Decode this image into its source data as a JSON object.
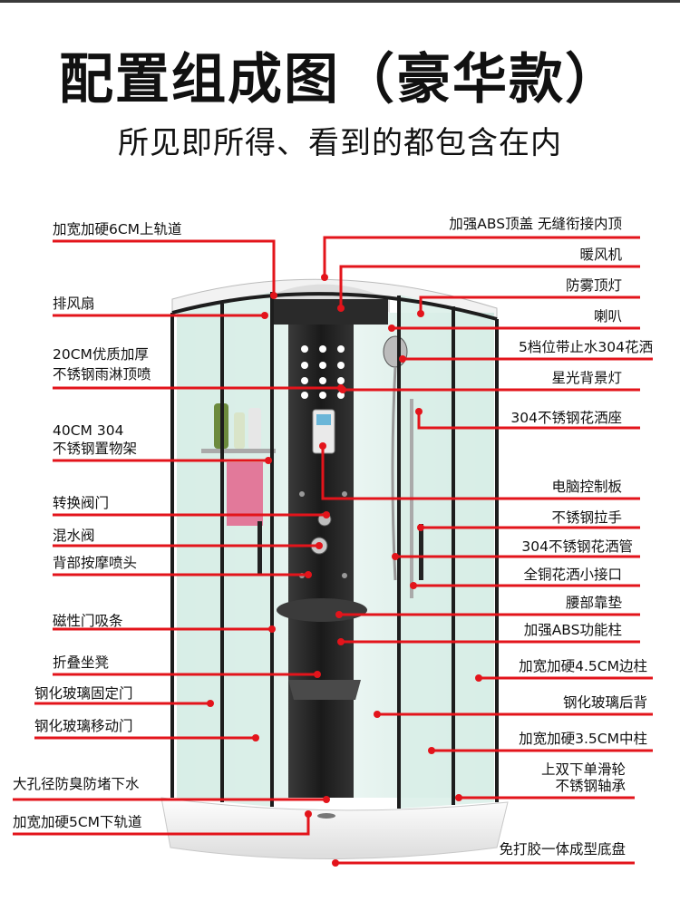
{
  "title": "配置组成图（豪华款）",
  "subtitle": "所见即所得、看到的都包含在内",
  "colors": {
    "leader": "#e3141b",
    "frame": "#1d1d1d",
    "glass": "#dbeee9",
    "panel": "#262626"
  },
  "labels_left": [
    "加宽加硬6CM上轨道",
    "排风扇",
    "20CM优质加厚",
    "不锈钢雨淋顶喷",
    "40CM 304",
    "不锈钢置物架",
    "转换阀门",
    "混水阀",
    "背部按摩喷头",
    "磁性门吸条",
    "折叠坐凳",
    "钢化玻璃固定门",
    "钢化玻璃移动门",
    "大孔径防臭防堵下水",
    "加宽加硬5CM下轨道"
  ],
  "labels_right": [
    "加强ABS顶盖 无缝衔接内顶",
    "暖风机",
    "防雾顶灯",
    "喇叭",
    "5档位带止水304花洒",
    "星光背景灯",
    "304不锈钢花洒座",
    "电脑控制板",
    "不锈钢拉手",
    "304不锈钢花洒管",
    "全铜花洒小接口",
    "腰部靠垫",
    "加强ABS功能柱",
    "加宽加硬4.5CM边柱",
    "钢化玻璃后背",
    "加宽加硬3.5CM中柱",
    "上双下单滑轮",
    "不锈钢轴承",
    "免打胶一体成型底盘"
  ]
}
